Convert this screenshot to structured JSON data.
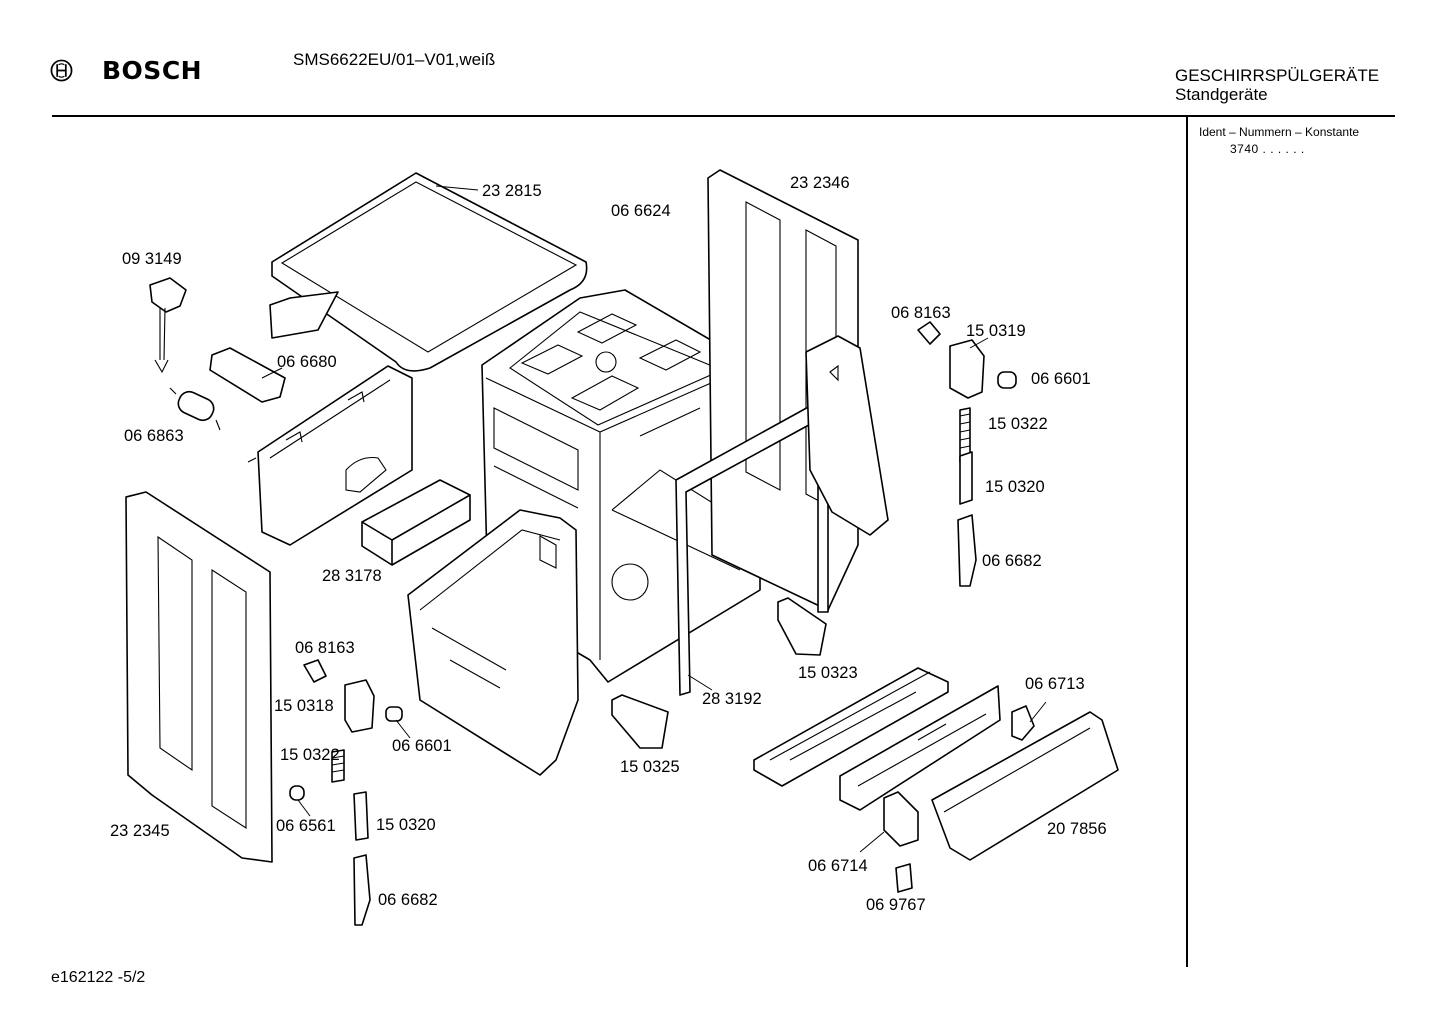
{
  "header": {
    "brand": "BOSCH",
    "model": "SMS6622EU/01–V01,weiß",
    "category": "GESCHIRRSPÜLGERÄTE",
    "subcategory": "Standgeräte"
  },
  "sidebar": {
    "ident_label": "Ident – Nummern – Konstante",
    "ident_value": "3740  .  .  .  .  .  ."
  },
  "footer": {
    "page_ref": "e162122   -5/2"
  },
  "icons": {
    "logo": "bosch-armature-logo-icon"
  },
  "part_labels": [
    "23 2815",
    "23 2346",
    "06 6624",
    "09 3149",
    "06 6680",
    "06 6863",
    "06 8163",
    "15 0319",
    "06 6601",
    "15 0322",
    "15 0320",
    "06 6682",
    "28 3178",
    "06 8163",
    "15 0318",
    "06 6601",
    "15 0322",
    "06 6561",
    "15 0320",
    "06 6682",
    "23 2345",
    "15 0325",
    "28 3192",
    "15 0323",
    "06 6713",
    "20 7856",
    "06 6714",
    "06 9767"
  ]
}
